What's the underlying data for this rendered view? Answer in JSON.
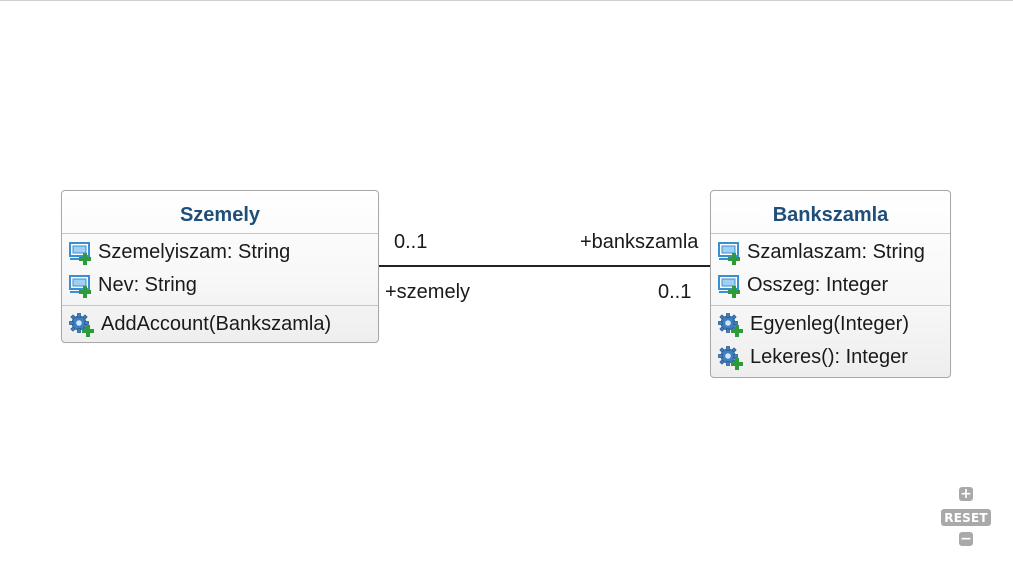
{
  "diagram": {
    "classes": [
      {
        "name": "Szemely",
        "attributes": [
          "Szemelyiszam: String",
          "Nev: String"
        ],
        "operations": [
          "AddAccount(Bankszamla)"
        ]
      },
      {
        "name": "Bankszamla",
        "attributes": [
          "Szamlaszam: String",
          "Osszeg: Integer"
        ],
        "operations": [
          "Egyenleg(Integer)",
          "Lekeres(): Integer"
        ]
      }
    ],
    "association": {
      "left_multiplicity": "0..1",
      "left_role": "+szemely",
      "right_role": "+bankszamla",
      "right_multiplicity": "0..1"
    }
  },
  "controls": {
    "zoom_in": "+",
    "reset": "RESET",
    "zoom_out": "−"
  },
  "icons": {
    "attribute": "attribute-icon",
    "operation": "operation-gear-icon"
  },
  "colors": {
    "class_name": "#1f4e79",
    "icon_blue": "#3a8fd0",
    "icon_green": "#2e9a3c",
    "controls": "#a9a9a9"
  }
}
